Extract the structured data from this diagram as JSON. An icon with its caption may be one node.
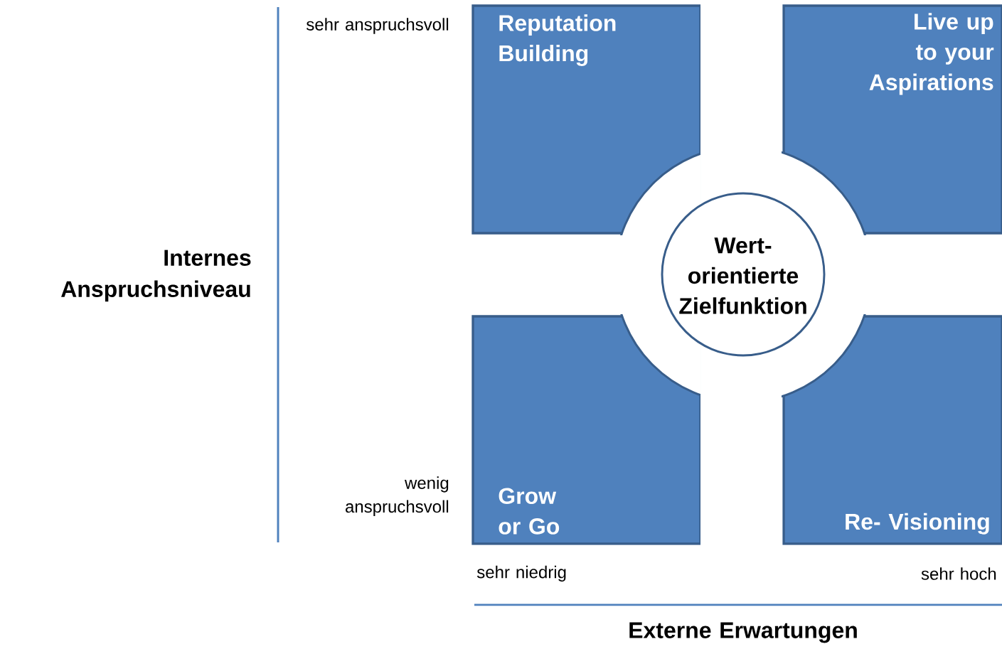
{
  "diagram": {
    "nodes": [
      {
        "text": [
          "Reputation Building"
        ]
      },
      {
        "text": [
          "Live up to your Aspirations"
        ]
      },
      {
        "text": [
          "Grow or Go"
        ]
      },
      {
        "text": [
          "Re- Visioning"
        ]
      },
      {
        "text": [
          "Wert- orientierte Zielfunktion"
        ]
      }
    ],
    "labels": [
      "sehr anspruchsvoll",
      "Internes Anspruchsniveau",
      "wenig anspruchsvoll",
      "sehr niedrig",
      "sehr hoch",
      "Externe Erwartungen"
    ]
  }
}
